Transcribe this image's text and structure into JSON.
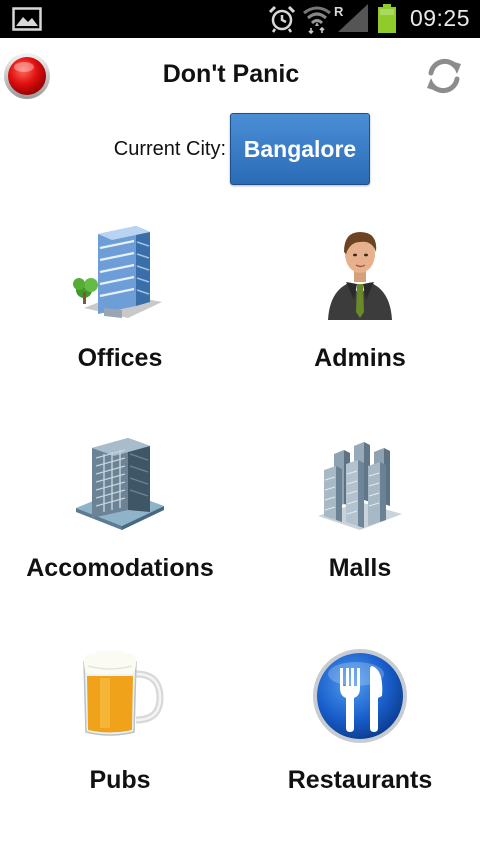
{
  "status_bar": {
    "time": "09:25",
    "roaming_indicator": "R",
    "icons": [
      "gallery-icon",
      "alarm-clock-icon",
      "wifi-icon",
      "signal-strength-icon",
      "battery-icon"
    ]
  },
  "header": {
    "title": "Don't Panic",
    "left_icon": "record-button-icon",
    "right_icon": "refresh-icon"
  },
  "city": {
    "label": "Current City:",
    "value": "Bangalore"
  },
  "grid": {
    "items": [
      {
        "label": "Offices",
        "icon": "office-building-icon"
      },
      {
        "label": "Admins",
        "icon": "admin-person-icon"
      },
      {
        "label": "Accomodations",
        "icon": "accommodation-building-icon"
      },
      {
        "label": "Malls",
        "icon": "mall-buildings-icon"
      },
      {
        "label": "Pubs",
        "icon": "beer-mug-icon"
      },
      {
        "label": "Restaurants",
        "icon": "fork-knife-icon"
      }
    ]
  },
  "colors": {
    "status_bar_bg": "#000000",
    "city_button_bg": "#3a7cc7",
    "battery_green": "#8ecb2b",
    "record_red": "#e01010"
  }
}
